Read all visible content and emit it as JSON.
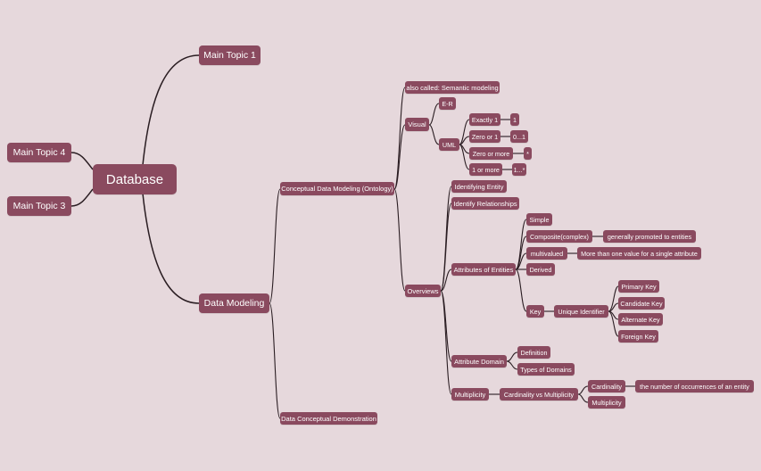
{
  "colors": {
    "background": "#e6d8dc",
    "node": "#8a4a5f",
    "text": "#ffffff",
    "line": "#2a1d22"
  },
  "mindmap": {
    "root": "Database",
    "main_topic_1": "Main Topic 1",
    "main_topic_4": "Main Topic 4",
    "main_topic_3": "Main Topic 3",
    "data_modeling": "Data Modeling",
    "conceptual": "Conceptual Data Modeling (Ontology)",
    "demonstration": "Data Conceptual Demonstration",
    "also_called": "also called: Semantic modeling",
    "visual": "Visual",
    "er": "E-R",
    "uml": "UML",
    "exactly_1": "Exactly 1",
    "exactly_1_val": "1",
    "zero_or_1": "Zero or 1",
    "zero_or_1_val": "0...1",
    "zero_or_more": "Zero or more",
    "zero_or_more_val": "*",
    "one_or_more": "1 or more",
    "one_or_more_val": "1...*",
    "overviews": "Overviews",
    "identifying_entity": "Identifying Entity",
    "identify_relationships": "Identify Relationships",
    "attributes_of_entities": "Attributes of Entities",
    "simple": "Simple",
    "composite": "Composite(complex)",
    "composite_note": "generally promoted to entities",
    "multivalued": "multivalued",
    "multivalued_note": "More than one value for a single attribute",
    "derived": "Derived",
    "key": "Key",
    "unique_identifier": "Unique Identifier",
    "primary_key": "Primary Key",
    "candidate_key": "Candidate Key",
    "alternate_key": "Alternate Key",
    "foreign_key": "Foreign Key",
    "attribute_domain": "Attribute Domain",
    "definition": "Definition",
    "types_of_domains": "Types of Domains",
    "multiplicity": "Multiplicity",
    "cardinality_vs_multiplicity": "Cardinality vs Multiplicity",
    "cardinality": "Cardinality",
    "cardinality_note": "the number of occurrences of an entity",
    "multiplicity_leaf": "Multiplicity"
  }
}
